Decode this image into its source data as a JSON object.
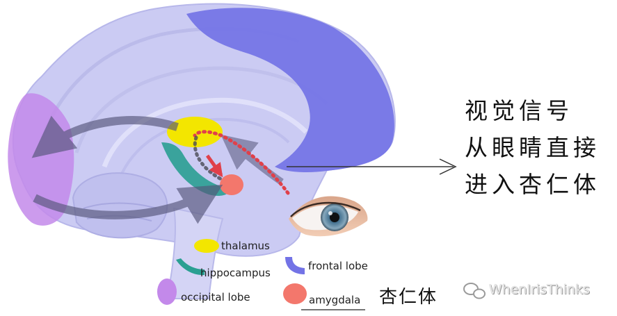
{
  "legend": {
    "thalamus": "thalamus",
    "hippocampus": "hippocampus",
    "frontal_lobe": "frontal lobe",
    "occipital_lobe": "occipital lobe",
    "amygdala": "amygdala"
  },
  "caption": {
    "line1": "视觉信号",
    "line2": "从眼睛直接",
    "line3": "进入杏仁体"
  },
  "amygdala_note": "杏仁体",
  "watermark": "WhenIrisThinks",
  "colors": {
    "brain": "#c9c9f2",
    "frontal_lobe": "#6f6fe6",
    "occipital_lobe": "#c58ae6",
    "thalamus": "#f3e600",
    "hippocampus": "#2a9f92",
    "amygdala": "#f3776c",
    "pathway_dots": "#e0404a",
    "arrows": "#5c5c7a"
  },
  "icons": [
    "eye-icon",
    "wechat-icon"
  ]
}
